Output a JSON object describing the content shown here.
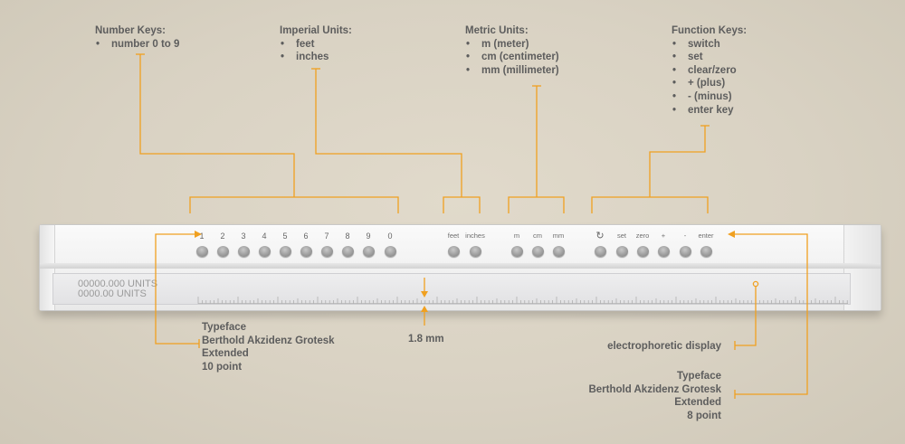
{
  "labels": {
    "number_keys": {
      "title": "Number Keys:",
      "items": [
        "number 0 to 9"
      ]
    },
    "imperial_units": {
      "title": "Imperial Units:",
      "items": [
        "feet",
        "inches"
      ]
    },
    "metric_units": {
      "title": "Metric Units:",
      "items": [
        "m (meter)",
        "cm (centimeter)",
        "mm (millimeter)"
      ]
    },
    "function_keys": {
      "title": "Function Keys:",
      "items": [
        "switch",
        "set",
        "clear/zero",
        "+ (plus)",
        "- (minus)",
        "enter key"
      ]
    },
    "typeface_left": [
      "Typeface",
      "Berthold Akzidenz Grotesk",
      "Extended",
      "10 point"
    ],
    "thickness": "1.8 mm",
    "display": "electrophoretic display",
    "typeface_right": [
      "Typeface",
      "Berthold Akzidenz Grotesk",
      "Extended",
      "8 point"
    ]
  },
  "device": {
    "keys": {
      "numbers": [
        "1",
        "2",
        "3",
        "4",
        "5",
        "6",
        "7",
        "8",
        "9",
        "0"
      ],
      "imperial": [
        "feet",
        "inches"
      ],
      "metric": [
        "m",
        "cm",
        "mm"
      ],
      "function_icon": "sync-icon",
      "function": [
        "set",
        "zero",
        "+",
        "-",
        "enter"
      ]
    },
    "readout_line1": "00000.000 UNITS",
    "readout_line2": "0000.00 UNITS"
  },
  "colors": {
    "accent": "#f0a020",
    "text": "#5d5d5d",
    "background": "#dcd5c6"
  }
}
